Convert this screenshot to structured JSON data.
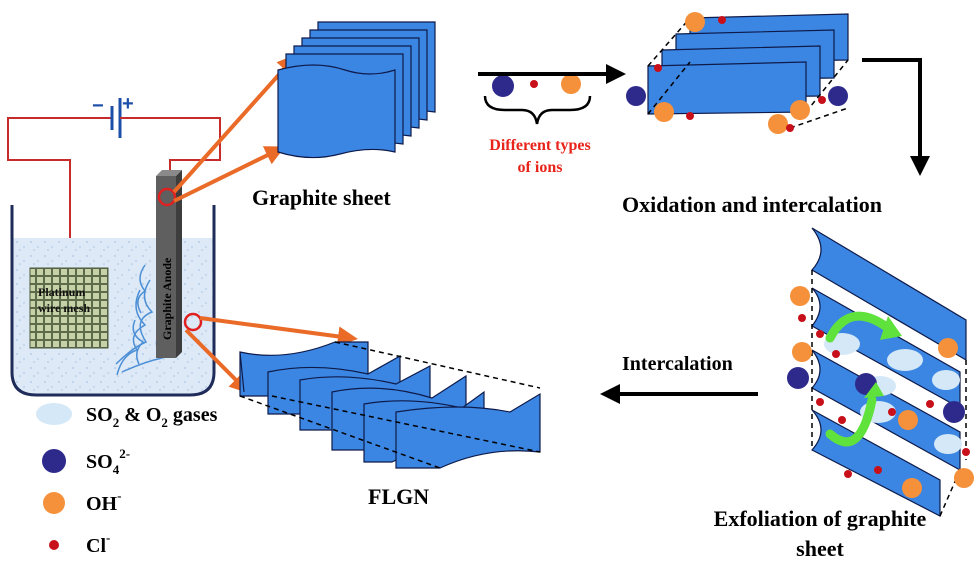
{
  "labels": {
    "graphite_sheet": "Graphite sheet",
    "different_types_line1": "Different types",
    "different_types_line2": "of ions",
    "oxidation_intercalation": "Oxidation and intercalation",
    "exfoliation_line1": "Exfoliation of graphite",
    "exfoliation_line2": "sheet",
    "intercalation": "Intercalation",
    "flgn": "FLGN",
    "platinum_line1": "Platinum",
    "platinum_line2": "wire mesh",
    "graphite_anode": "Graphite Anode",
    "battery_minus": "−",
    "battery_plus": "+"
  },
  "legend": [
    {
      "species": "SO2_O2",
      "text_main": "SO",
      "sub1": "2",
      "mid": " & O",
      "sub2": "2",
      "tail": " gases",
      "color": "#d4e8f7"
    },
    {
      "species": "SO4",
      "text_main": "SO",
      "sub1": "4",
      "sup": "2-",
      "color": "#2e2a8c"
    },
    {
      "species": "OH",
      "text_main": "OH",
      "sup": "-",
      "color": "#f5913a"
    },
    {
      "species": "Cl",
      "text_main": "Cl",
      "sup": "-",
      "color": "#c8101a"
    }
  ],
  "colors": {
    "sheet": "#3c86e3",
    "arrow_orange": "#ea6a28",
    "wire": "#c62c2c",
    "electrolyte": "#dce9f7",
    "so4": "#2e2a8c",
    "oh": "#f5913a",
    "cl": "#c8101a",
    "gas": "#d4e8f7",
    "green_arrow": "#5fe23b"
  },
  "icons": [
    "battery-icon",
    "beaker-icon",
    "platinum-mesh-icon",
    "graphite-anode-icon"
  ]
}
